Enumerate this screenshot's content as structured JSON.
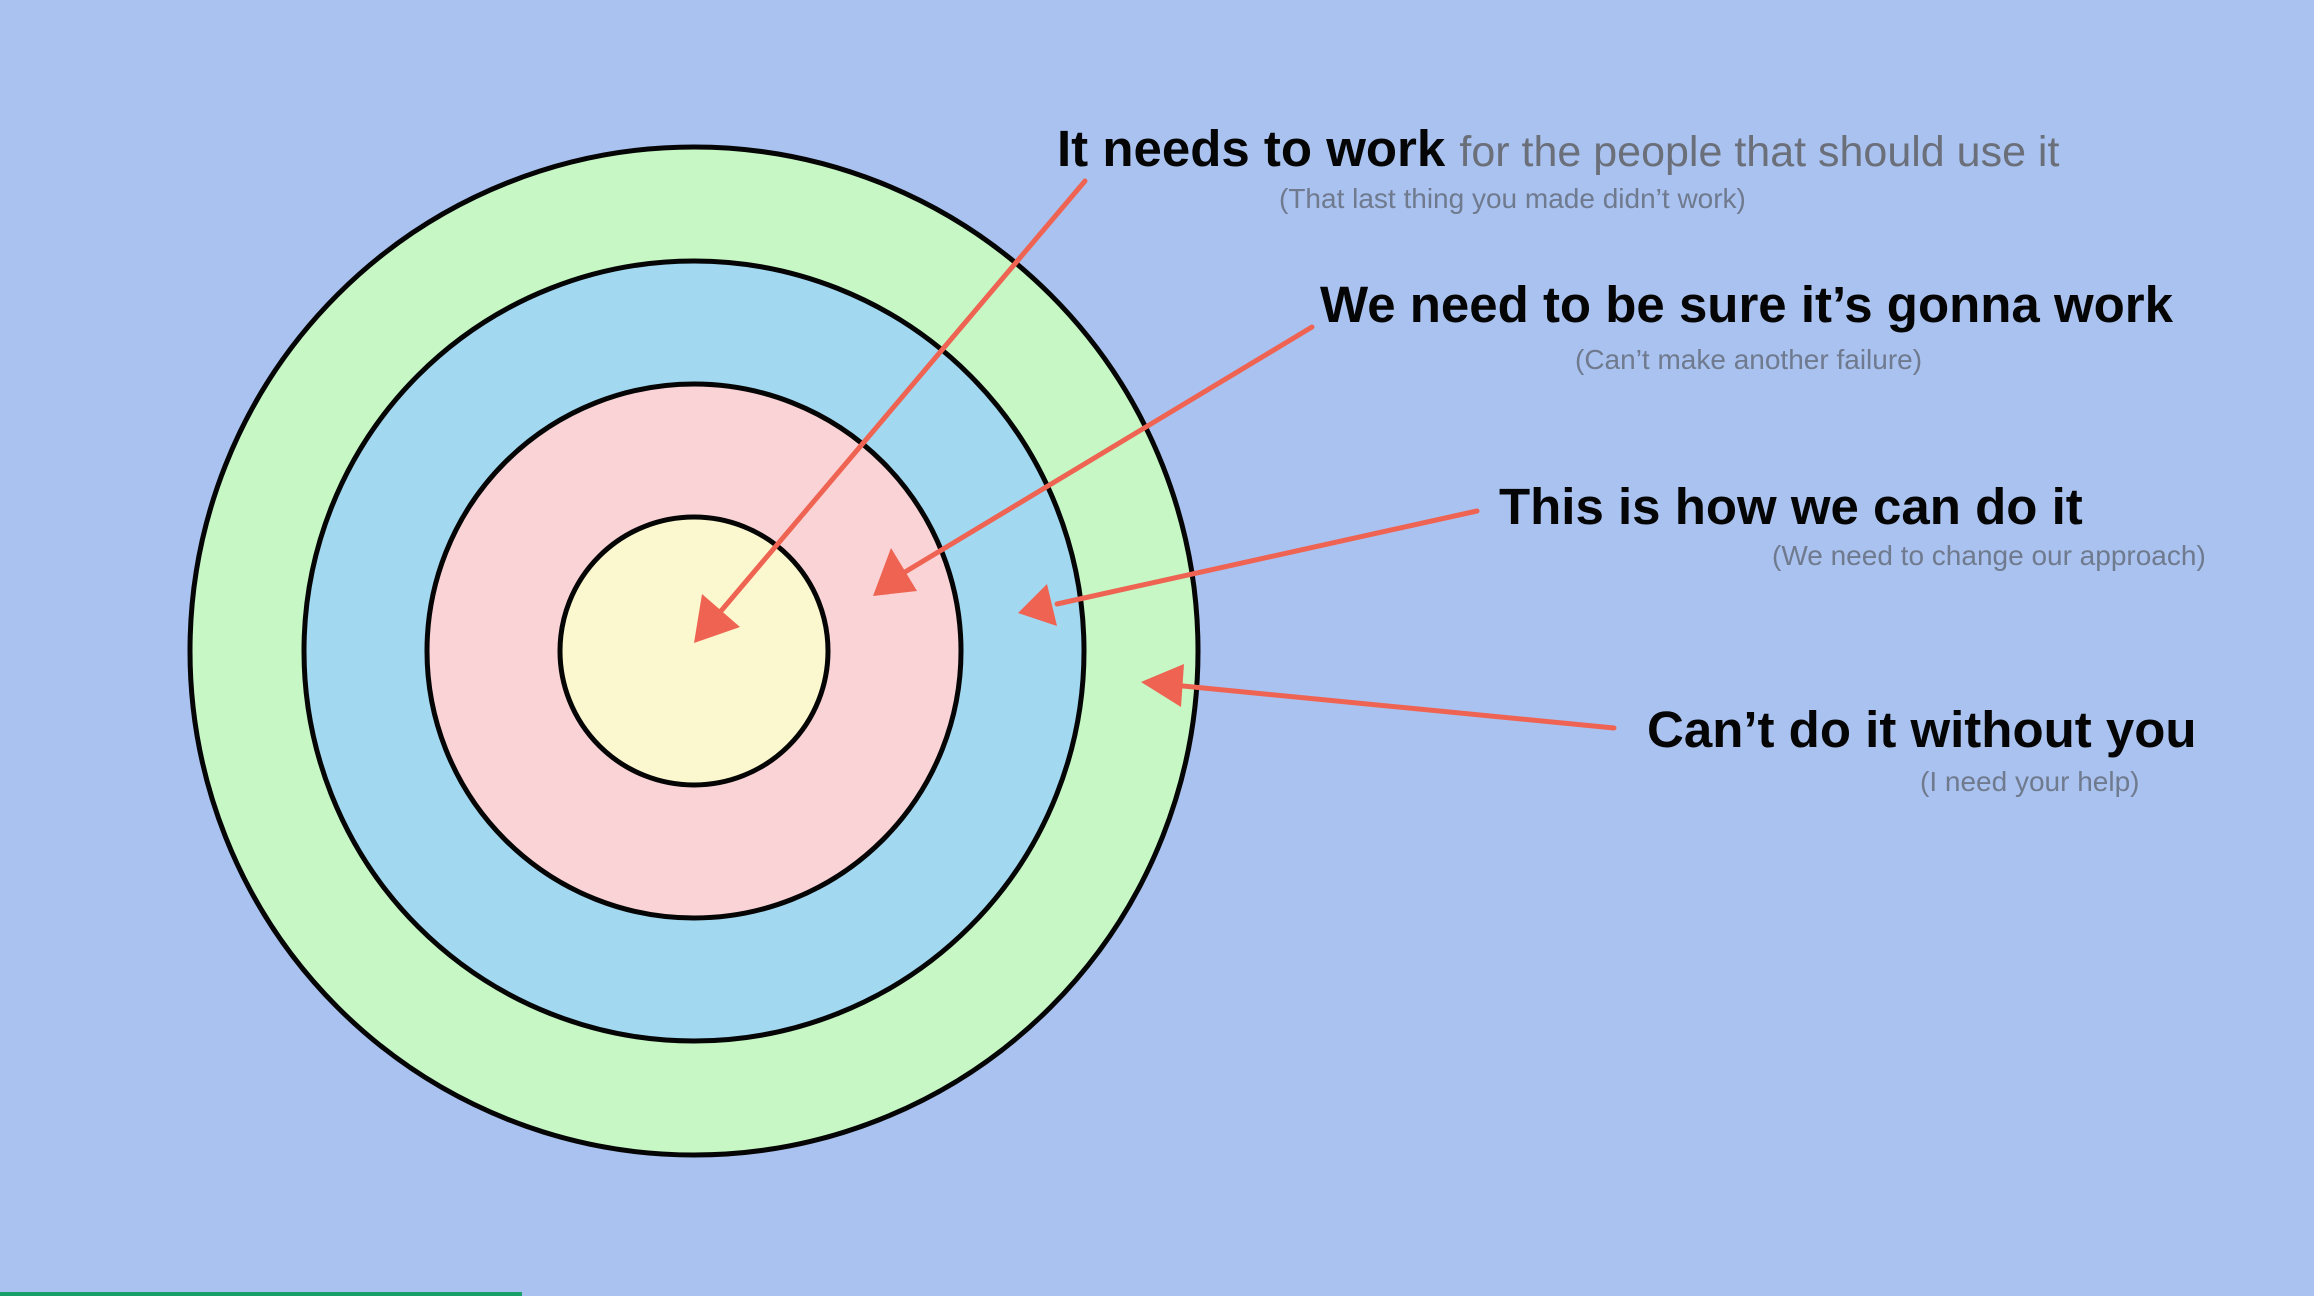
{
  "colors": {
    "background": "#aac2ef",
    "ring_outer": "#c6f7c5",
    "ring_second": "#a3d8f1",
    "ring_third": "#f9d3d6",
    "ring_core": "#fbf8cf",
    "ring_stroke": "#050505",
    "arrow": "#ef6352",
    "footer_bar": "#18a06a"
  },
  "labels": [
    {
      "title": "It needs to work",
      "tail": "for the people that should use it",
      "subtitle": "(That last thing you made didn’t work)"
    },
    {
      "title": "We need to be sure it’s gonna work",
      "tail": "",
      "subtitle": "(Can’t make another failure)"
    },
    {
      "title": "This is how we can do it",
      "tail": "",
      "subtitle": "(We need to change our approach)"
    },
    {
      "title": "Can’t do it without you",
      "tail": "",
      "subtitle": "(I need your help)"
    }
  ]
}
